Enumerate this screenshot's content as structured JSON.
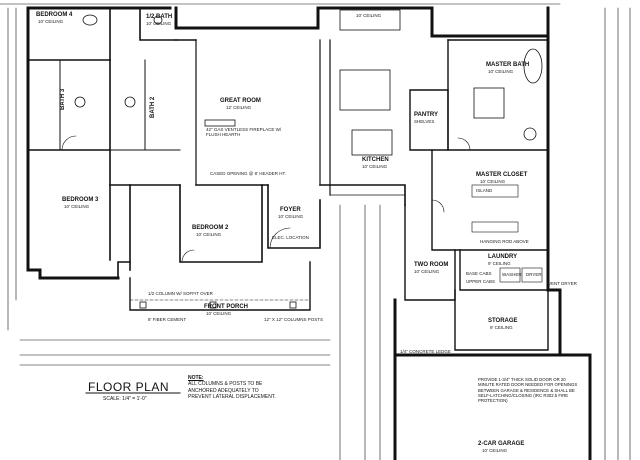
{
  "rooms": {
    "bedroom4": {
      "name": "BEDROOM 4",
      "ceiling": "10' CEILING"
    },
    "half_bath": {
      "name": "1/2 BATH",
      "ceiling": "10' CEILING"
    },
    "dining": {
      "ceiling": "10' CEILING"
    },
    "great_room": {
      "name": "GREAT ROOM",
      "ceiling": "12' CEILING"
    },
    "fireplace": {
      "text": "42\" GAS VENTLESS FIREPLACE W/ FLUSH HEARTH"
    },
    "cased_opening": {
      "text": "CASED OPENING @ 8' HEADER HT."
    },
    "bath3": {
      "name": "BATH 3"
    },
    "bath2": {
      "name": "BATH 2"
    },
    "bedroom3": {
      "name": "BEDROOM 3",
      "ceiling": "10' CEILING"
    },
    "bedroom2": {
      "name": "BEDROOM 2",
      "ceiling": "10' CEILING"
    },
    "foyer": {
      "name": "FOYER",
      "ceiling": "10' CEILING"
    },
    "kitchen": {
      "name": "KITCHEN",
      "ceiling": "10' CEILING"
    },
    "pantry": {
      "name": "PANTRY"
    },
    "master_bath": {
      "name": "MASTER BATH",
      "ceiling": "10' CEILING"
    },
    "master_closet": {
      "name": "MASTER CLOSET",
      "ceiling": "10' CEILING"
    },
    "laundry": {
      "name": "LAUNDRY",
      "ceiling": "9' CEILING"
    },
    "two_d_room": {
      "name": "TWO ROOM",
      "ceiling": "10' CEILING"
    },
    "storage": {
      "name": "STORAGE",
      "ceiling": "9' CEILING"
    },
    "front_porch": {
      "name": "FRONT PORCH",
      "ceiling": "10' CEILING"
    },
    "garage": {
      "name": "2-CAR GARAGE",
      "ceiling": "10' CEILING"
    }
  },
  "misc": {
    "shelves": "SHELVES",
    "island": "ISLAND",
    "hanging_rod": "HANGING ROD ABOVE",
    "base_cabs": "BASE CABS",
    "upper_cabs": "UPPER CABS",
    "dryer": "DRYER",
    "washer": "WASHER",
    "vent_dryer": "VENT DRYER",
    "elec_location": "ELEC. LOCATION",
    "concrete_ledge": "1/4\" CONCRETE LEDGE",
    "fiber_note": "8' FIBER CEMENT",
    "soffit_note": "1/2 COLUMN W/ SOFFIT OVER",
    "beam_note": "12\" X 12\" COLUMNS POSTS"
  },
  "footer": {
    "title": "FLOOR PLAN",
    "scale": "SCALE: 1/4\" = 1'-0\"",
    "note_heading": "NOTE:",
    "note_body": "ALL COLUMNS & POSTS TO BE ANCHORED ADEQUATELY TO PREVENT LATERAL DISPLACEMENT.",
    "garage_note": "PROVIDE 1-3/4\" THICK SOLID DOOR OR 20 MINUTE RATED DOOR NEEDED FOR OPENINGS BETWEEN GARAGE & RESIDENCE & SHALL BE SELF-LATCHING/CLOSING (IRC R302.5 FIRE PROTECTION)"
  },
  "colors": {
    "ink": "#111111",
    "paper": "#ffffff"
  }
}
